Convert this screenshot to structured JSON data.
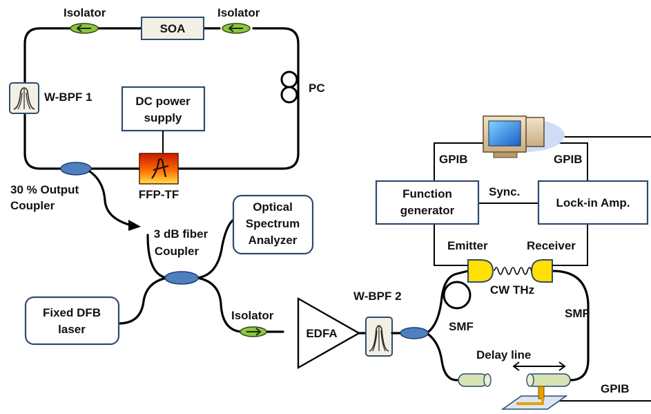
{
  "colors": {
    "box_border": "#2e4a6e",
    "coupler_fill": "#4f7fbf",
    "isolator_fill": "#8dc63f",
    "detector_fill": "#ffe000",
    "collimator_fill": "#d6e3b5",
    "filter_fill": "#f2f0e4"
  },
  "labels": {
    "isolator_top_left": "Isolator",
    "soa": "SOA",
    "isolator_top_right": "Isolator",
    "pc": "PC",
    "wbpf1": "W-BPF 1",
    "dc_power_line1": "DC power",
    "dc_power_line2": "supply",
    "ffp_tf": "FFP-TF",
    "output_coupler_line1": "30 % Output",
    "output_coupler_line2": "Coupler",
    "fiber_coupler_line1": "3 dB fiber",
    "fiber_coupler_line2": "Coupler",
    "osa_line1": "Optical",
    "osa_line2": "Spectrum",
    "osa_line3": "Analyzer",
    "dfb_line1": "Fixed DFB",
    "dfb_line2": "laser",
    "isolator_bottom": "Isolator",
    "edfa": "EDFA",
    "wbpf2": "W-BPF 2",
    "gpib_left": "GPIB",
    "gpib_right": "GPIB",
    "func_gen_line1": "Function",
    "func_gen_line2": "generator",
    "sync": "Sync.",
    "lockin": "Lock-in Amp.",
    "emitter": "Emitter",
    "receiver": "Receiver",
    "cw_thz": "CW THz",
    "smf_left": "SMF",
    "smf_right": "SMF",
    "delay_line": "Delay line",
    "gpib_bottom": "GPIB"
  },
  "icons": [
    "isolator-icon",
    "filter-icon",
    "coil-icon",
    "computer-icon",
    "photoconductive-antenna-icon",
    "collimator-icon",
    "translation-stage-icon"
  ]
}
